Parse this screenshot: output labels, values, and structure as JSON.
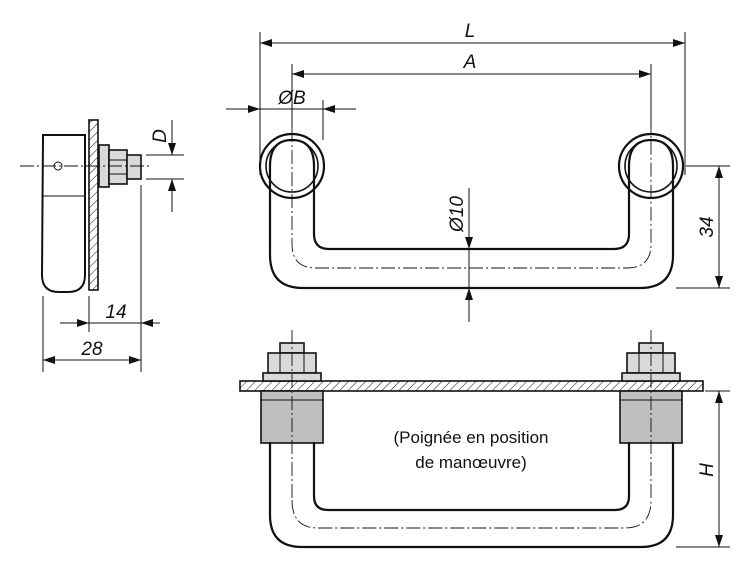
{
  "dimensions": {
    "L": "L",
    "A": "A",
    "B": "ØB",
    "D": "D",
    "d10": "Ø10",
    "h34": "34",
    "H": "H",
    "w14": "14",
    "w28": "28"
  },
  "note": {
    "line1": "(Poignée en position",
    "line2": "de manœuvre)"
  }
}
